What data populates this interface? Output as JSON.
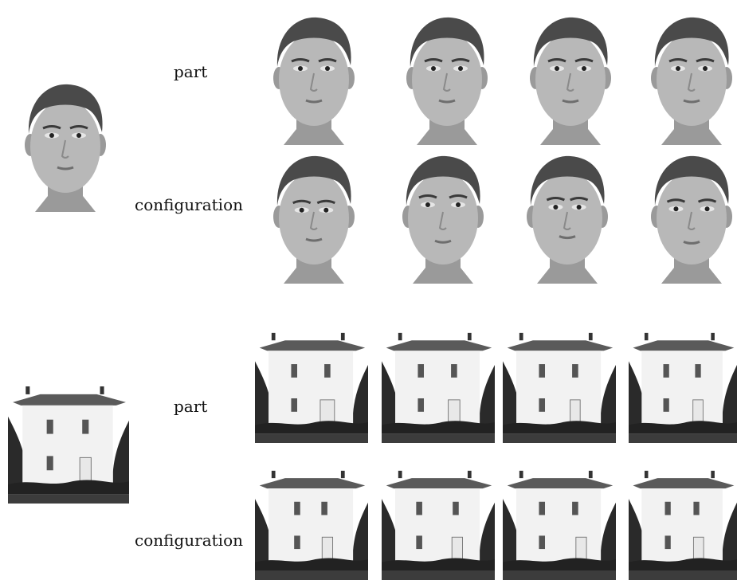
{
  "labels": {
    "face_part": "part",
    "face_configuration": "configuration",
    "house_part": "part",
    "house_configuration": "configuration"
  },
  "colors": {
    "skin": "#b8b8b8",
    "skin_shadow": "#9a9a9a",
    "hair": "#4a4a4a",
    "house_wall": "#f2f2f2",
    "roof": "#5a5a5a",
    "trees": "#2a2a2a",
    "ground": "#3c3c3c",
    "window": "#555555",
    "door": "#e8e8e8"
  },
  "faces": {
    "original": {
      "name": "face-original",
      "eye_spacing": 1.0,
      "eye_height": 1.0,
      "mouth_height": 1.0
    },
    "part_variants": [
      {
        "name": "face-part-1",
        "eye_spacing": 1.0,
        "eye_height": 1.0,
        "mouth_height": 1.0
      },
      {
        "name": "face-part-2",
        "eye_spacing": 1.0,
        "eye_height": 1.0,
        "mouth_height": 1.0
      },
      {
        "name": "face-part-3",
        "eye_spacing": 1.0,
        "eye_height": 1.0,
        "mouth_height": 1.0
      },
      {
        "name": "face-part-4",
        "eye_spacing": 1.0,
        "eye_height": 1.0,
        "mouth_height": 1.0
      }
    ],
    "configuration_variants": [
      {
        "name": "face-config-1",
        "eye_spacing": 0.9,
        "eye_height": 1.05,
        "mouth_height": 1.0
      },
      {
        "name": "face-config-2",
        "eye_spacing": 1.12,
        "eye_height": 0.96,
        "mouth_height": 1.02
      },
      {
        "name": "face-config-3",
        "eye_spacing": 0.86,
        "eye_height": 1.0,
        "mouth_height": 0.97
      },
      {
        "name": "face-config-4",
        "eye_spacing": 1.15,
        "eye_height": 1.03,
        "mouth_height": 1.03
      }
    ]
  },
  "houses": {
    "original": {
      "name": "house-original",
      "window_spacing": 1.0,
      "door_offset": 0.0,
      "door_width": 1.0
    },
    "part_variants": [
      {
        "name": "house-part-1",
        "window_spacing": 1.0,
        "door_offset": 0.0,
        "door_width": 1.35
      },
      {
        "name": "house-part-2",
        "window_spacing": 1.0,
        "door_offset": 0.0,
        "door_width": 1.1
      },
      {
        "name": "house-part-3",
        "window_spacing": 1.0,
        "door_offset": 0.0,
        "door_width": 0.95
      },
      {
        "name": "house-part-4",
        "window_spacing": 1.0,
        "door_offset": 0.0,
        "door_width": 1.0
      }
    ],
    "configuration_variants": [
      {
        "name": "house-config-1",
        "window_spacing": 0.82,
        "door_offset": 0.04,
        "door_width": 1.0
      },
      {
        "name": "house-config-2",
        "window_spacing": 1.1,
        "door_offset": 0.02,
        "door_width": 1.0
      },
      {
        "name": "house-config-3",
        "window_spacing": 1.0,
        "door_offset": 0.08,
        "door_width": 1.0
      },
      {
        "name": "house-config-4",
        "window_spacing": 0.9,
        "door_offset": 0.03,
        "door_width": 1.0
      }
    ]
  }
}
